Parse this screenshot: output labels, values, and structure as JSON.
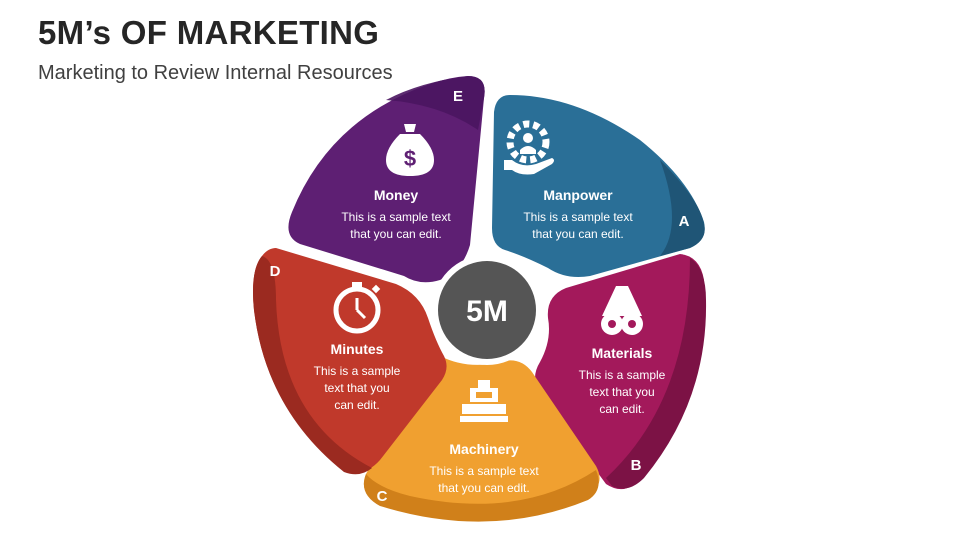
{
  "title": "5M’s OF MARKETING",
  "subtitle": "Marketing to Review Internal Resources",
  "hub": {
    "label": "5M"
  },
  "segments": {
    "A": {
      "letter": "A",
      "name": "Manpower",
      "desc_line1": "This is a sample text",
      "desc_line2": "that you can edit.",
      "desc_line3": "",
      "color": "#2a6f97",
      "icon": "manpower-gear-hand-icon"
    },
    "B": {
      "letter": "B",
      "name": "Materials",
      "desc_line1": "This is a sample",
      "desc_line2": "text that you",
      "desc_line3": "can edit.",
      "color": "#a3195b",
      "icon": "materials-pipes-icon"
    },
    "C": {
      "letter": "C",
      "name": "Machinery",
      "desc_line1": "This is a sample text",
      "desc_line2": "that you can edit.",
      "desc_line3": "",
      "color": "#f0a030",
      "icon": "machinery-icon"
    },
    "D": {
      "letter": "D",
      "name": "Minutes",
      "desc_line1": "This is a sample",
      "desc_line2": "text that you",
      "desc_line3": "can edit.",
      "color": "#c0392b",
      "icon": "stopwatch-icon"
    },
    "E": {
      "letter": "E",
      "name": "Money",
      "desc_line1": "This is a sample text",
      "desc_line2": "that you can edit.",
      "desc_line3": "",
      "color": "#5e1f73",
      "icon": "money-bag-icon"
    }
  }
}
